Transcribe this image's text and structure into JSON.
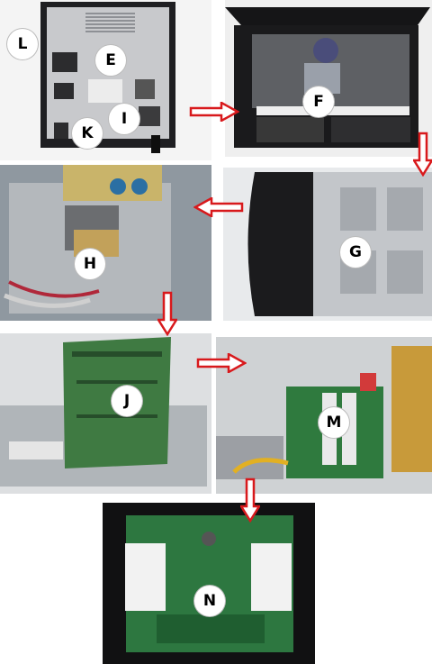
{
  "callouts": {
    "L": "L",
    "E": "E",
    "K": "K",
    "I": "I",
    "F": "F",
    "G": "G",
    "H": "H",
    "J": "J",
    "M": "M",
    "N": "N"
  },
  "colors": {
    "arrow_red": "#d8191c",
    "metal": "#b9bcc0",
    "pcb_green": "#2e7d3e",
    "plastic_black": "#1e1e20"
  }
}
